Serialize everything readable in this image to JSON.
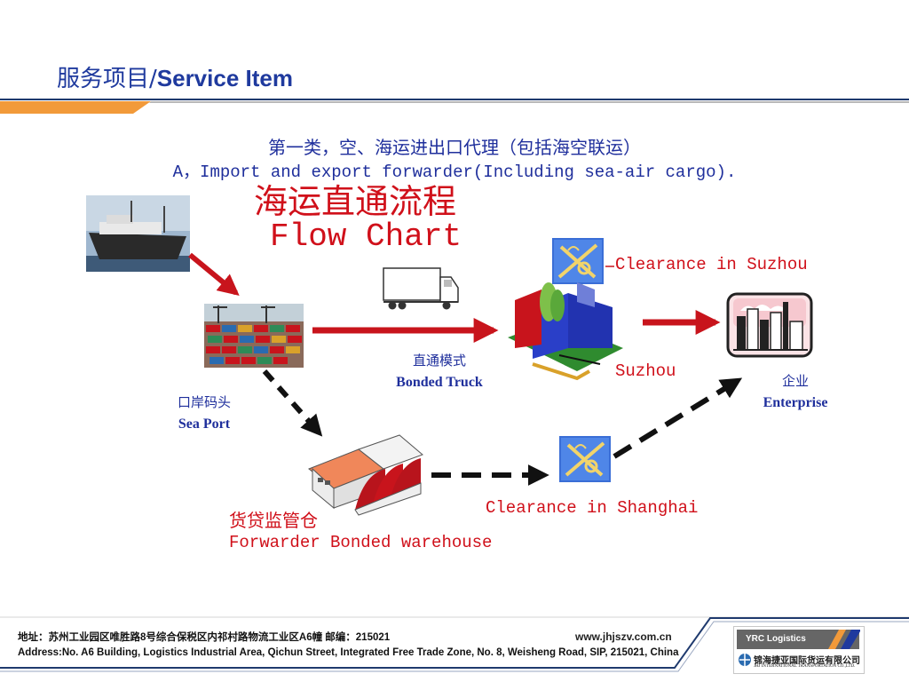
{
  "header": {
    "title_cn": "服务项目/",
    "title_en": "Service Item"
  },
  "section": {
    "line1": "第一类，空、海运进出口代理（包括海空联运）",
    "line2": "A，Import and export forwarder(Including sea-air cargo)."
  },
  "flow_title": {
    "cn": "海运直通流程",
    "en": "Flow Chart"
  },
  "nodes": {
    "seaport": {
      "cn": "口岸码头",
      "en": "Sea Port"
    },
    "truck": {
      "cn": "直通模式",
      "en": "Bonded Truck"
    },
    "suzhou_clearance": "Clearance in Suzhou",
    "suzhou": "Suzhou",
    "enterprise": {
      "cn": "企业",
      "en": "Enterprise"
    },
    "shanghai_clearance": "Clearance in Shanghai",
    "warehouse": {
      "cn": "货贷监管仓",
      "en": "Forwarder Bonded warehouse"
    }
  },
  "footer": {
    "addr_cn": "地址：苏州工业园区唯胜路8号综合保税区内祁村路物流工业区A6幢   邮编：215021",
    "addr_en": "Address:No. A6 Building, Logistics Industrial Area, Qichun Street, Integrated Free Trade Zone, No. 8, Weisheng Road, SIP, 215021, China",
    "website": "www.jhjszv.com.cn",
    "logo_top": "YRC Logistics",
    "logo_cn": "锦海捷亚国际货运有限公司",
    "logo_en": "JHJ INTERNATIONAL TRANSPORTATION CO.,LTD."
  },
  "icons": [
    "ship-photo",
    "container-port-photo",
    "truck-icon",
    "customs-emblem-icon",
    "suzhou-factory-icon",
    "enterprise-city-icon",
    "warehouse-icon"
  ],
  "colors": {
    "title_blue": "#1f3a9e",
    "accent_red": "#d0101a",
    "header_orange": "#f0a040",
    "arrow_red": "#c8141c",
    "arrow_black": "#111111"
  }
}
